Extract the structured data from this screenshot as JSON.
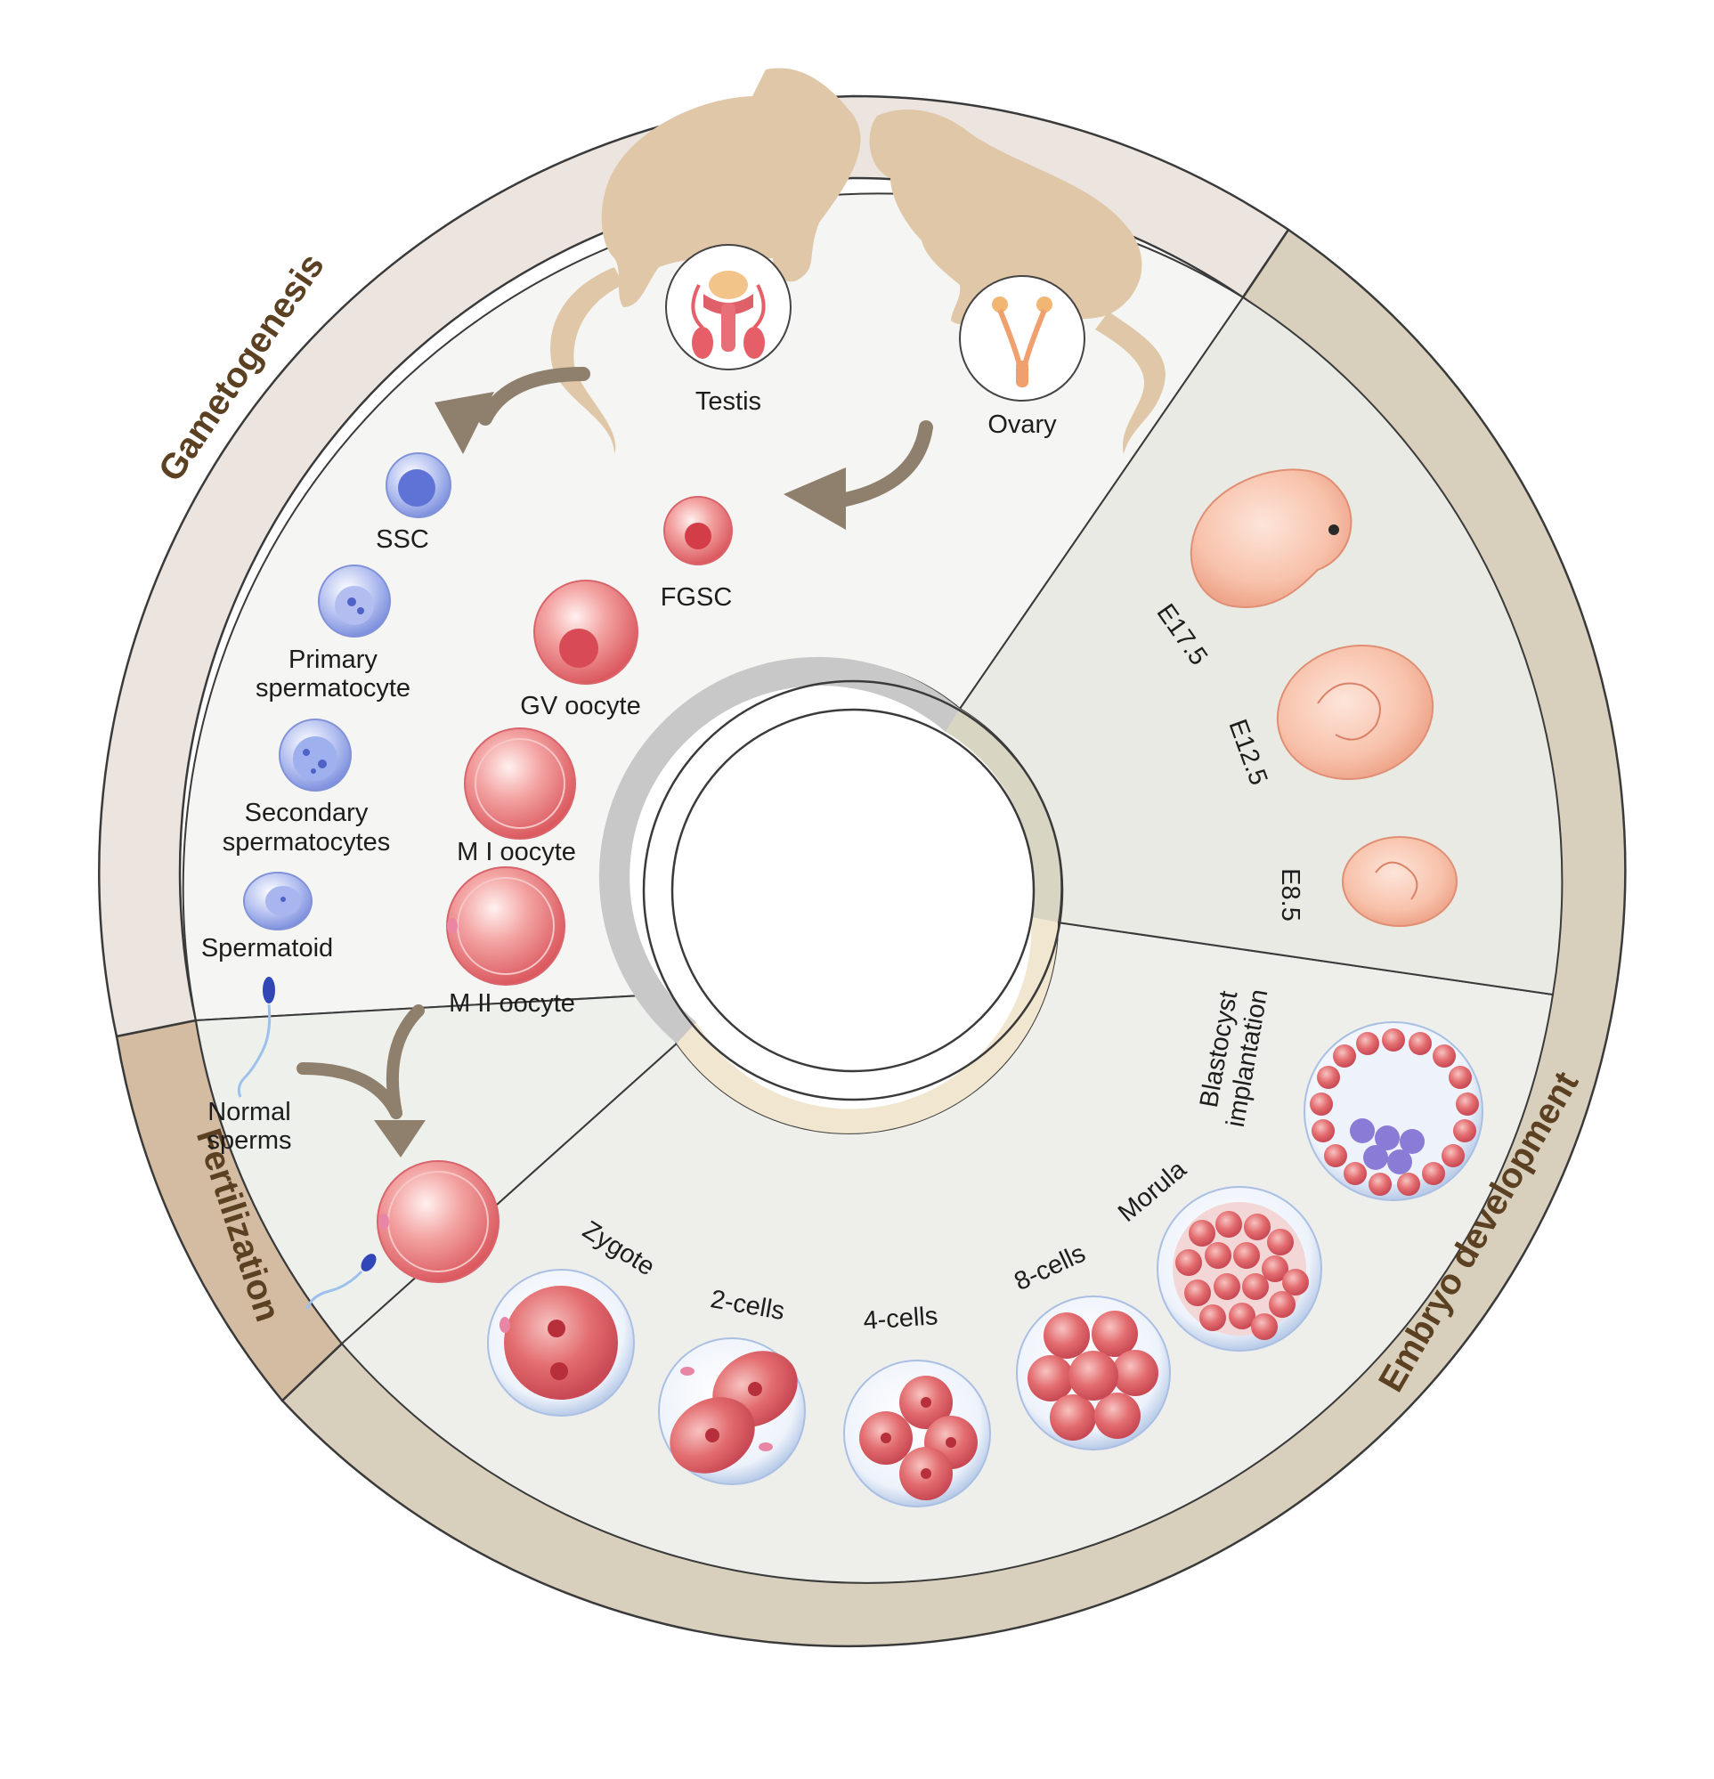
{
  "sections": {
    "gametogenesis": "Gametogenesis",
    "fertilization": "Fertilization",
    "embryo": "Embryo development"
  },
  "organs": {
    "testis": "Testis",
    "ovary": "Ovary"
  },
  "male_cells": {
    "ssc": "SSC",
    "primary_1": "Primary",
    "primary_2": "spermatocyte",
    "secondary_1": "Secondary",
    "secondary_2": "spermatocytes",
    "spermatoid": "Spermatoid",
    "sperm_1": "Normal",
    "sperm_2": "sperms"
  },
  "female_cells": {
    "fgsc": "FGSC",
    "gv": "GV oocyte",
    "m1": "M I oocyte",
    "m2": "M II oocyte"
  },
  "embryo_stages": {
    "zygote": "Zygote",
    "two": "2-cells",
    "four": "4-cells",
    "eight": "8-cells",
    "morula": "Morula",
    "blast_1": "Blastocyst",
    "blast_2": "implantation",
    "e85": "E8.5",
    "e125": "E12.5",
    "e175": "E17.5"
  },
  "colors": {
    "outer_ring_gametogenesis": "#ece5df",
    "outer_ring_embryo": "#d8d0bd",
    "outer_ring_fertilization": "#d4bca2",
    "mouse": "#dfc7a7",
    "male_cell": "#8fa0e6",
    "female_cell": "#e5686e",
    "section_text": "#5b4021"
  }
}
